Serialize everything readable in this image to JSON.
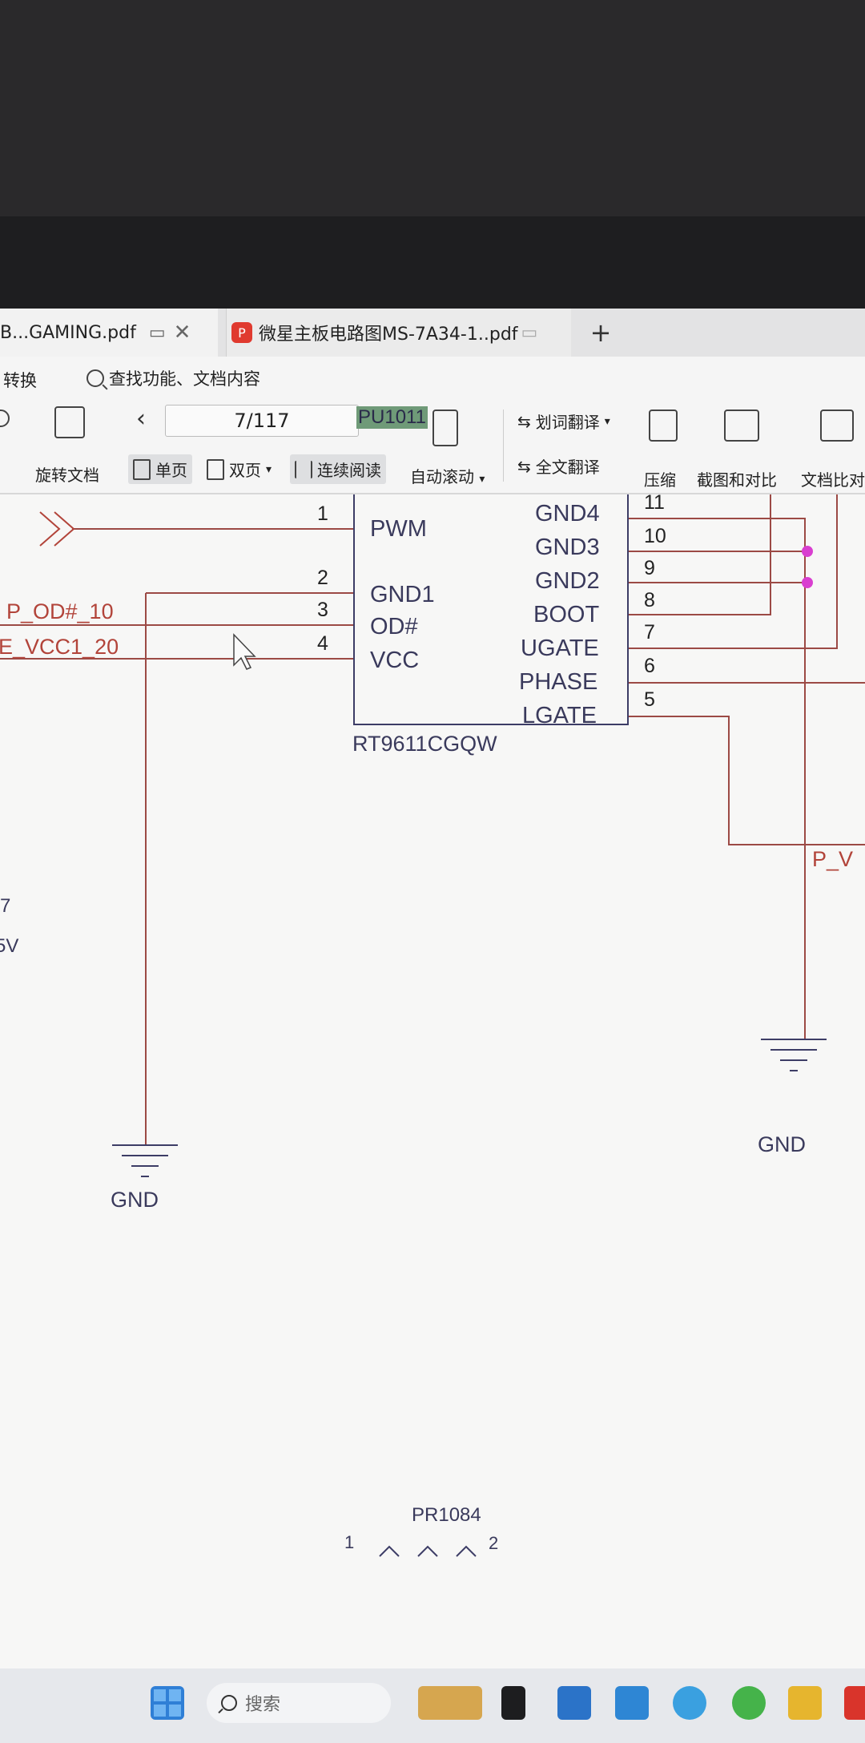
{
  "tabs": [
    {
      "label": "B...GAMING.pdf",
      "icons": [
        "pin-icon",
        "close-icon"
      ]
    },
    {
      "label": "微星主板电路图MS-7A34-1..pdf",
      "icons": [
        "pdf-icon",
        "pin-icon"
      ]
    }
  ],
  "menu": {
    "convert_label": "转换",
    "search_label": "查找功能、文档内容"
  },
  "toolbar": {
    "rotate_label": "旋转文档",
    "page_value": "7/117",
    "single_page_label": "单页",
    "double_page_label": "双页",
    "continuous_label": "连续阅读",
    "autoscroll_label": "自动滚动",
    "word_translate_label": "划词翻译",
    "full_translate_label": "全文翻译",
    "compress_label": "压缩",
    "screenshot_compare_label": "截图和对比",
    "doc_compare_label": "文档比对"
  },
  "schematic": {
    "component_ref": "PU1011",
    "part_number": "RT9611CGQW",
    "left_pins": [
      {
        "num": "1",
        "name": "PWM"
      },
      {
        "num": "2",
        "name": "GND1"
      },
      {
        "num": "3",
        "name": "OD#"
      },
      {
        "num": "4",
        "name": "VCC"
      }
    ],
    "right_pins": [
      {
        "num": "11",
        "name": "GND4"
      },
      {
        "num": "10",
        "name": "GND3"
      },
      {
        "num": "9",
        "name": "GND2"
      },
      {
        "num": "8",
        "name": "BOOT"
      },
      {
        "num": "7",
        "name": "UGATE"
      },
      {
        "num": "6",
        "name": "PHASE"
      },
      {
        "num": "5",
        "name": "LGATE"
      }
    ],
    "net_labels": {
      "od": "P_OD#_10",
      "vcc": "E_VCC1_20",
      "right": "P_V"
    },
    "side_text": [
      "7",
      "5V"
    ],
    "gnd_left": "GND",
    "gnd_right": "GND",
    "resistor_ref": "PR1084",
    "resistor_pin1": "1",
    "resistor_pin2": "2",
    "colors": {
      "wire": "#9c4a45",
      "box": "#3d3d66",
      "junction": "#d93fd0"
    }
  },
  "taskbar": {
    "search_placeholder": "搜索"
  }
}
